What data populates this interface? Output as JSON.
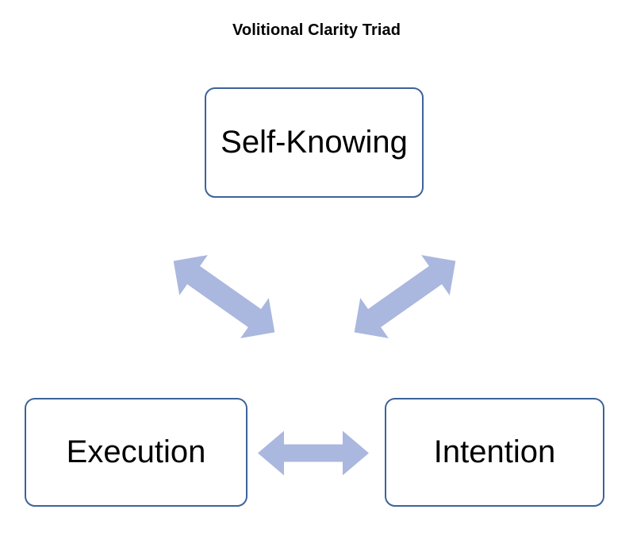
{
  "diagram": {
    "title": "Volitional Clarity Triad",
    "type": "triad-cycle",
    "background_color": "#FFFFFF",
    "node_border_color": "#3D6399",
    "node_fill_color": "#FFFFFF",
    "arrow_color": "#AAB7DE",
    "text_color": "#000000",
    "nodes": [
      {
        "id": "self-knowing",
        "label": "Self-Knowing",
        "label_lines": [
          "Self-",
          "Knowing"
        ],
        "position": "top-center"
      },
      {
        "id": "execution",
        "label": "Execution",
        "label_lines": [
          "Execution"
        ],
        "position": "bottom-left"
      },
      {
        "id": "intention",
        "label": "Intention",
        "label_lines": [
          "Intention"
        ],
        "position": "bottom-right"
      }
    ],
    "connectors": [
      {
        "id": "self-knowing-execution",
        "from": "self-knowing",
        "to": "execution",
        "style": "double-headed",
        "orientation": "diagonal-down-left"
      },
      {
        "id": "self-knowing-intention",
        "from": "self-knowing",
        "to": "intention",
        "style": "double-headed",
        "orientation": "diagonal-down-right"
      },
      {
        "id": "execution-intention",
        "from": "execution",
        "to": "intention",
        "style": "double-headed",
        "orientation": "horizontal"
      }
    ]
  }
}
